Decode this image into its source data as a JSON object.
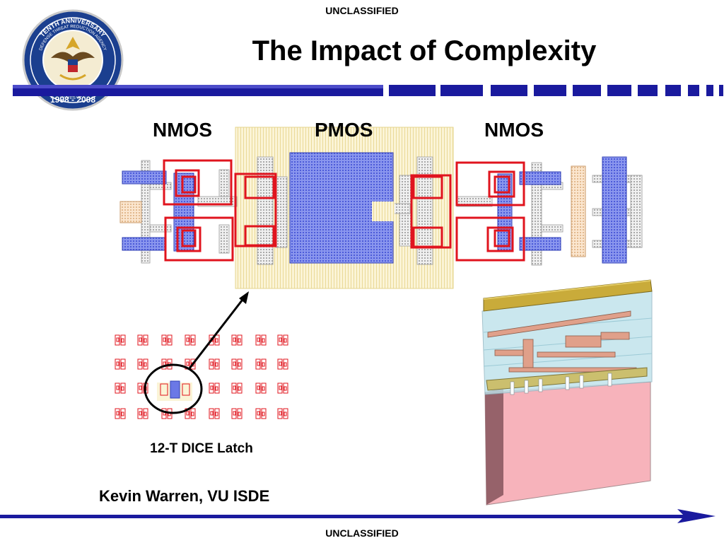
{
  "header": {
    "classification": "UNCLASSIFIED",
    "title": "The Impact of Complexity"
  },
  "seal": {
    "ring_text_top": "TENTH ANNIVERSARY",
    "ring_text_inner": "DEFENSE THREAT REDUCTION AGENCY",
    "ring_text_bottom": "UNITED STATES OF AMERICA",
    "years": "1998 - 2008",
    "colors": {
      "ring": "#1b3f8f",
      "center": "#f4ecd2",
      "gold": "#d6a62a"
    }
  },
  "layout_labels": {
    "left": "NMOS",
    "center": "PMOS",
    "right": "NMOS"
  },
  "latch": {
    "caption": "12-T DICE Latch"
  },
  "footer": {
    "author": "Kevin Warren, VU ISDE",
    "classification": "UNCLASSIFIED"
  },
  "colors": {
    "rule_blue": "#1a1a9e",
    "poly_blue": "#6b78e6",
    "metal_red": "#e0141e",
    "pmos_yellow": "#faf0c0",
    "stack_gold": "#b59a27",
    "substrate_pink": "#f7b3bb"
  }
}
